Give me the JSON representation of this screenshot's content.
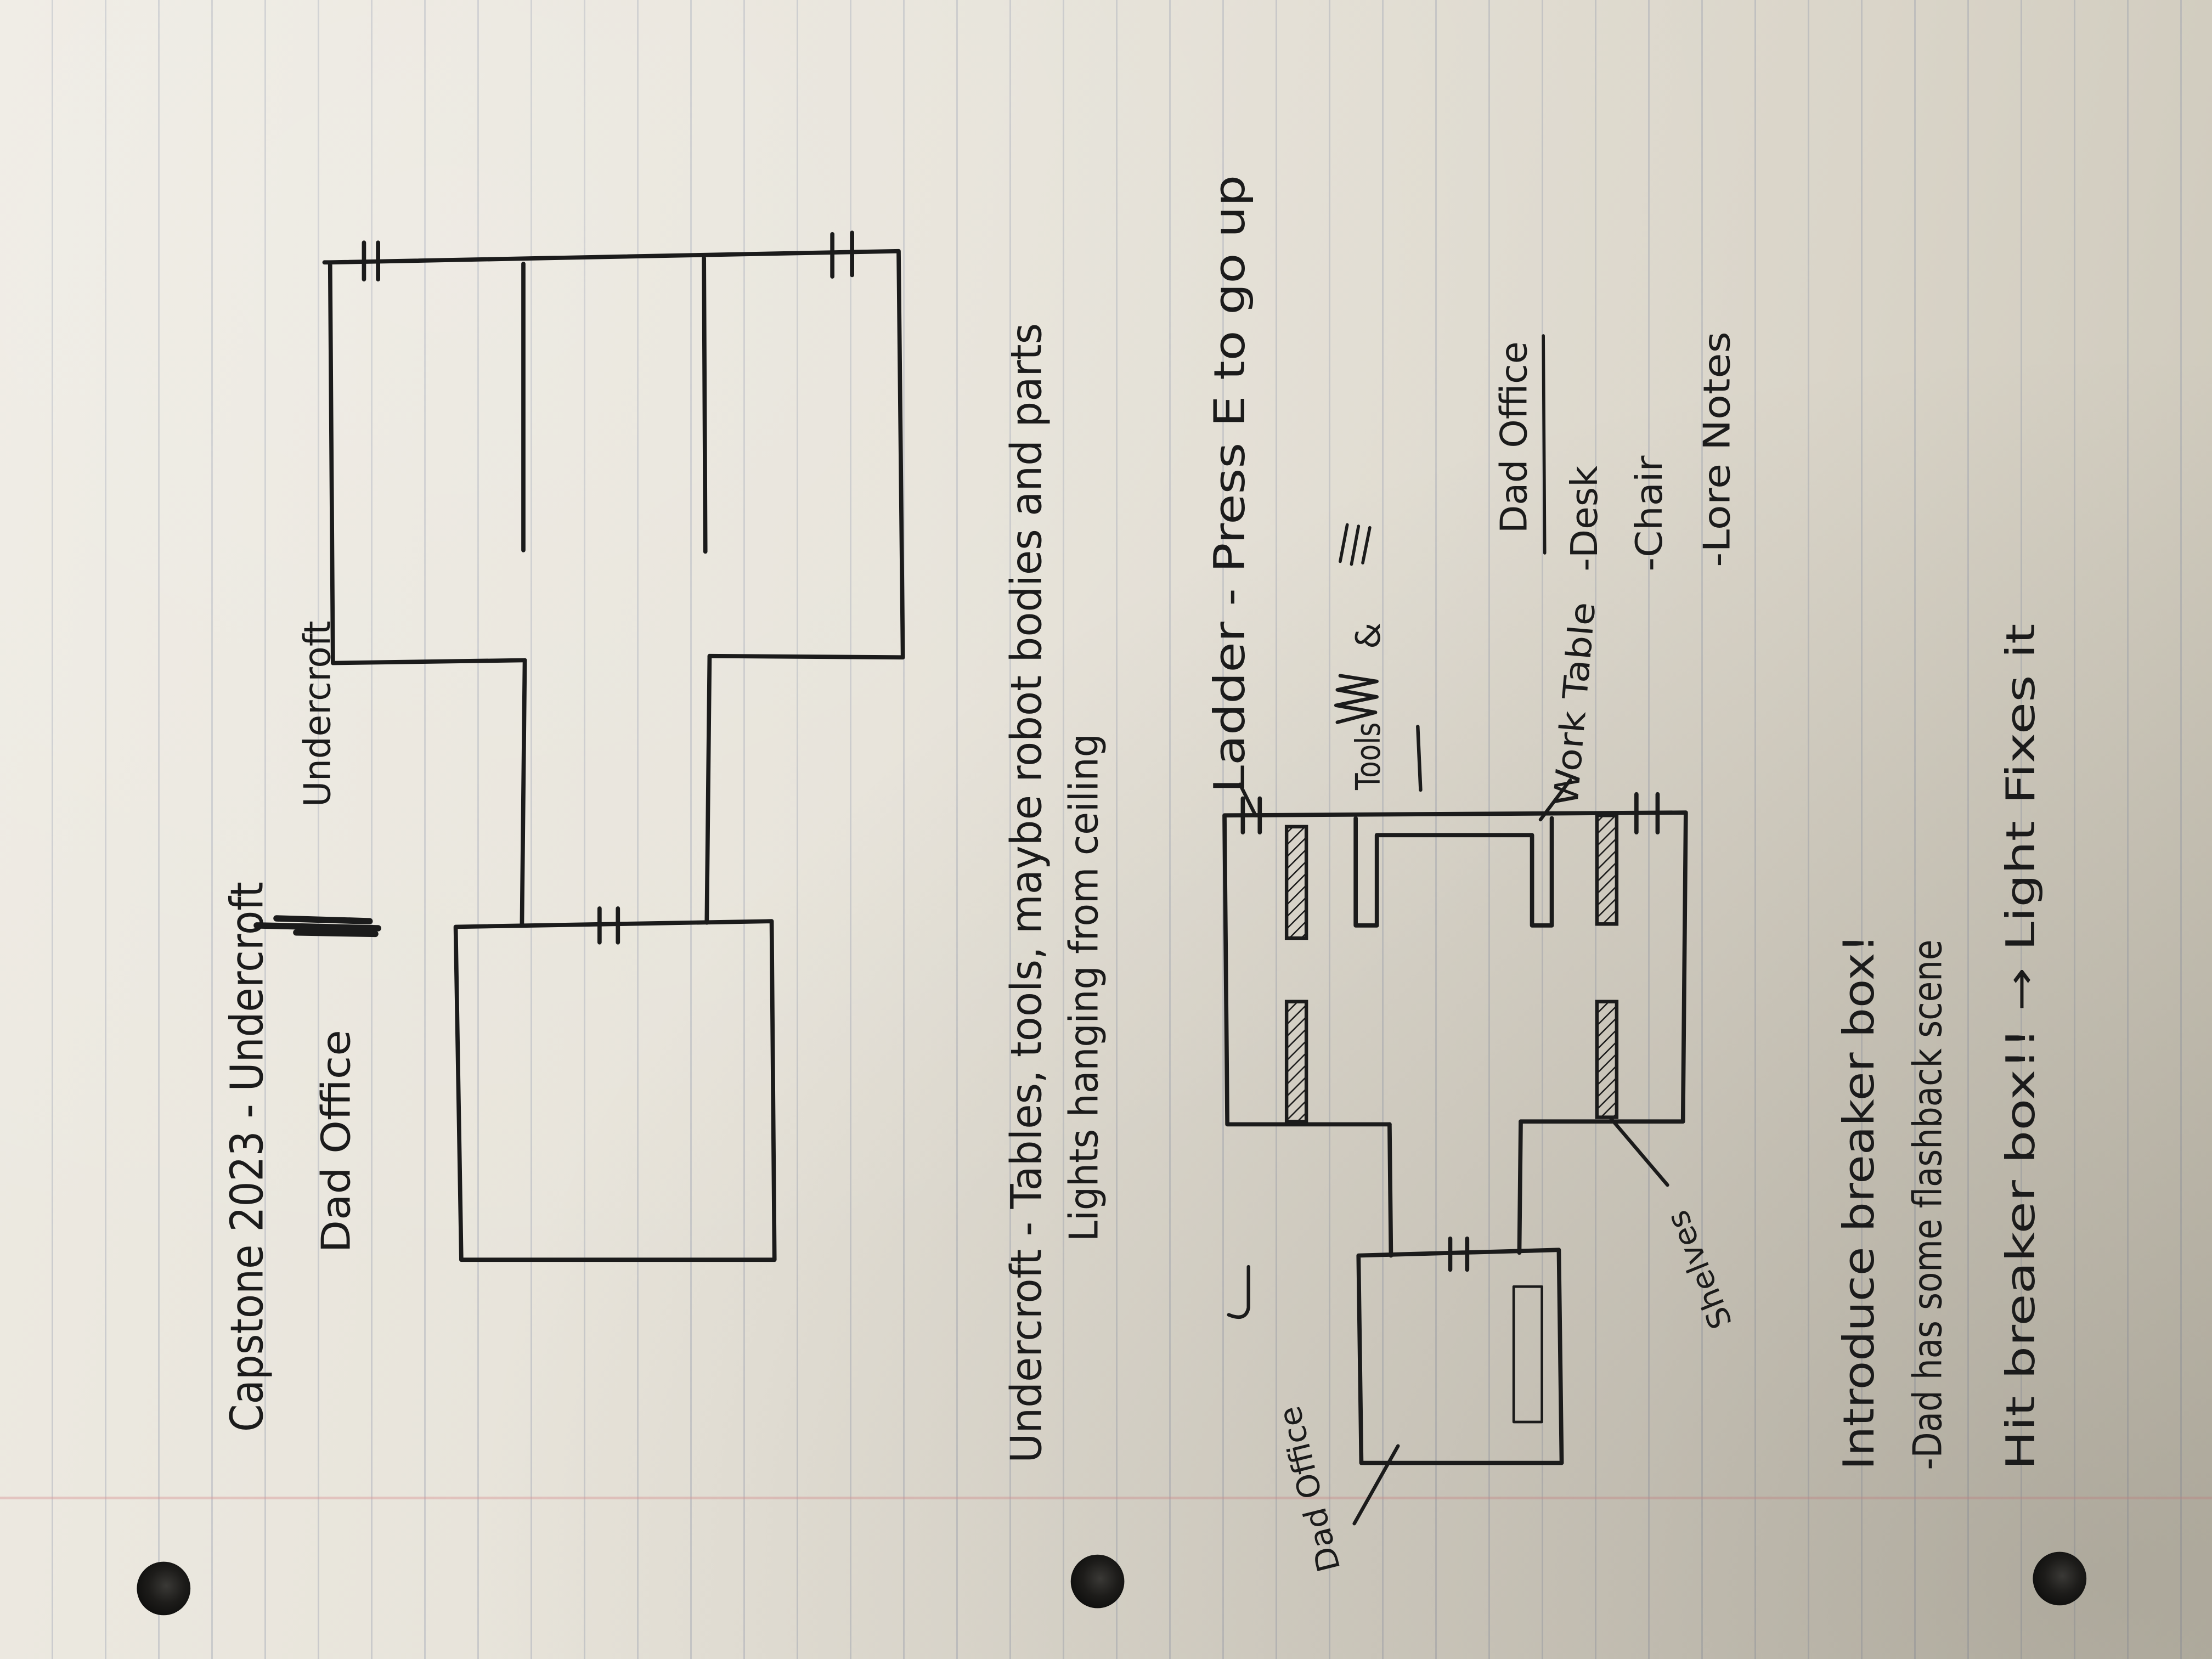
{
  "header": {
    "title": "Capstone 2023 - Undercroft",
    "room_from": "Dad Office",
    "room_to": "Undercroft"
  },
  "undercroft_notes": {
    "line_1": "Undercroft - Tables, tools, maybe robot bodies and parts",
    "line_2": "Lights hanging from ceiling"
  },
  "plan_labels": {
    "ladder": "Ladder - Press E to go up",
    "tools": "Tools",
    "tools_and": "&",
    "work_table": "Work Table",
    "shelves": "Shelves",
    "dad_office": "Dad Office"
  },
  "dad_office_list": {
    "heading": "Dad Office",
    "items": [
      "-Desk",
      "-Chair",
      "-Lore Notes"
    ]
  },
  "story_notes": {
    "line_1": "Introduce breaker box!",
    "line_2": "-Dad has some flashback scene",
    "line_3": "Hit breaker box!! → Light Fixes it"
  },
  "colors": {
    "paper": "#e6e2d8",
    "ink": "#1b1b1b",
    "rule": "#9aa3b5",
    "margin": "#d99a9a",
    "hole": "#141414"
  }
}
